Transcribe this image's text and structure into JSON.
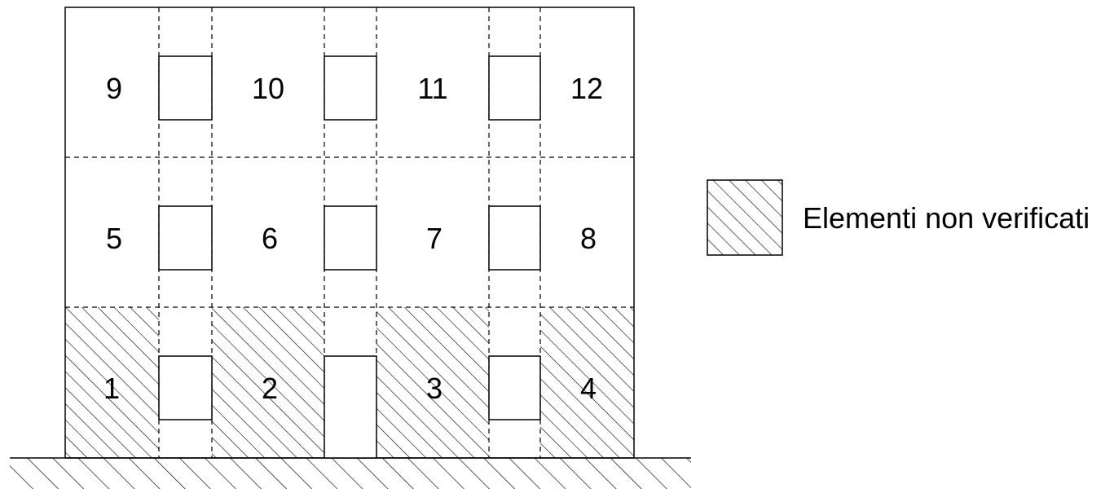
{
  "diagram": {
    "panel_labels": [
      "1",
      "2",
      "3",
      "4",
      "5",
      "6",
      "7",
      "8",
      "9",
      "10",
      "11",
      "12"
    ],
    "failed_panels": [
      "1",
      "2",
      "3",
      "4"
    ],
    "legend": {
      "label": "Elementi non verificati"
    },
    "colors": {
      "stroke": "#000000",
      "background": "#ffffff"
    }
  }
}
